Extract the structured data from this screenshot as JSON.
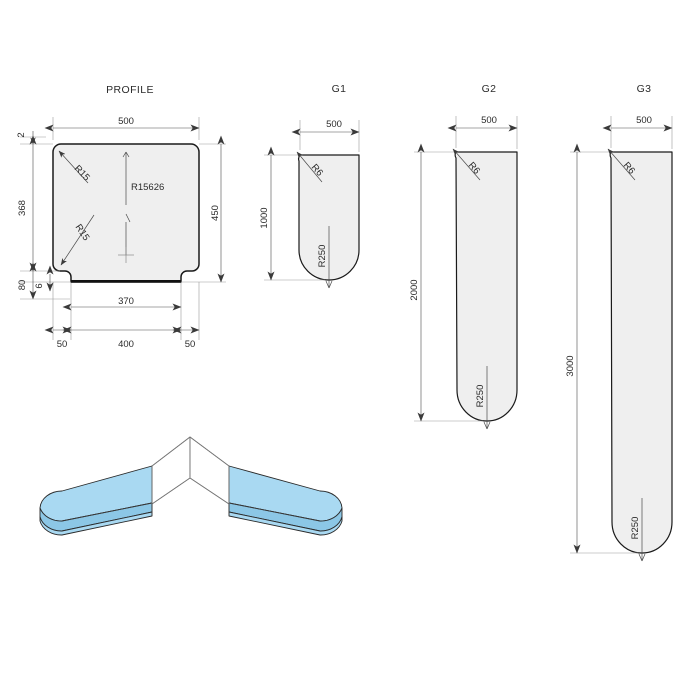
{
  "drawing": {
    "type": "technical-cad-drawing",
    "units": "mm",
    "background_color": "#ffffff",
    "line_color": "#1a1a1a",
    "fill_color": "#efefef",
    "accent_color": "#a9d9f2",
    "dimension_color": "#4a4a4a"
  },
  "views": [
    {
      "id": "profile",
      "title": "PROFILE",
      "dimensions": {
        "overall_width": "500",
        "overall_height": "450",
        "top_offset": "2",
        "upper_height": "368",
        "step_height": "80",
        "bottom_lip": "6",
        "bottom_inner_width": "370",
        "left_foot": "50",
        "center_foot": "400",
        "right_foot": "50"
      },
      "radii": [
        {
          "label": "R15",
          "position": "top-left"
        },
        {
          "label": "R15",
          "position": "lower-left"
        },
        {
          "label": "R15626",
          "position": "center"
        }
      ]
    },
    {
      "id": "g1",
      "title": "G1",
      "dimensions": {
        "width": "500",
        "length": "1000"
      },
      "radii": [
        {
          "label": "R6",
          "position": "top-left"
        },
        {
          "label": "R250",
          "position": "bottom"
        }
      ]
    },
    {
      "id": "g2",
      "title": "G2",
      "dimensions": {
        "width": "500",
        "length": "2000"
      },
      "radii": [
        {
          "label": "R6",
          "position": "top-left"
        },
        {
          "label": "R250",
          "position": "bottom"
        }
      ]
    },
    {
      "id": "g3",
      "title": "G3",
      "dimensions": {
        "width": "500",
        "length": "3000"
      },
      "radii": [
        {
          "label": "R6",
          "position": "top-left"
        },
        {
          "label": "R250",
          "position": "bottom"
        }
      ]
    }
  ],
  "isometric": {
    "id": "isometric-assembly",
    "description": "Two blue arms meeting at a white mitred corner",
    "arm_color": "#a9d9f2",
    "corner_color": "#ffffff"
  },
  "labels": {
    "profile_title": "PROFILE",
    "g1_title": "G1",
    "g2_title": "G2",
    "g3_title": "G3",
    "profile_500": "500",
    "profile_450": "450",
    "profile_2": "2",
    "profile_368": "368",
    "profile_80": "80",
    "profile_6": "6",
    "profile_370": "370",
    "profile_50_left": "50",
    "profile_400": "400",
    "profile_50_right": "50",
    "profile_r15_top": "R15",
    "profile_r15_bottom": "R15",
    "profile_r15626": "R15626",
    "g1_500": "500",
    "g1_1000": "1000",
    "g1_r6": "R6",
    "g1_r250": "R250",
    "g2_500": "500",
    "g2_2000": "2000",
    "g2_r6": "R6",
    "g2_r250": "R250",
    "g3_500": "500",
    "g3_3000": "3000",
    "g3_r6": "R6",
    "g3_r250": "R250"
  }
}
